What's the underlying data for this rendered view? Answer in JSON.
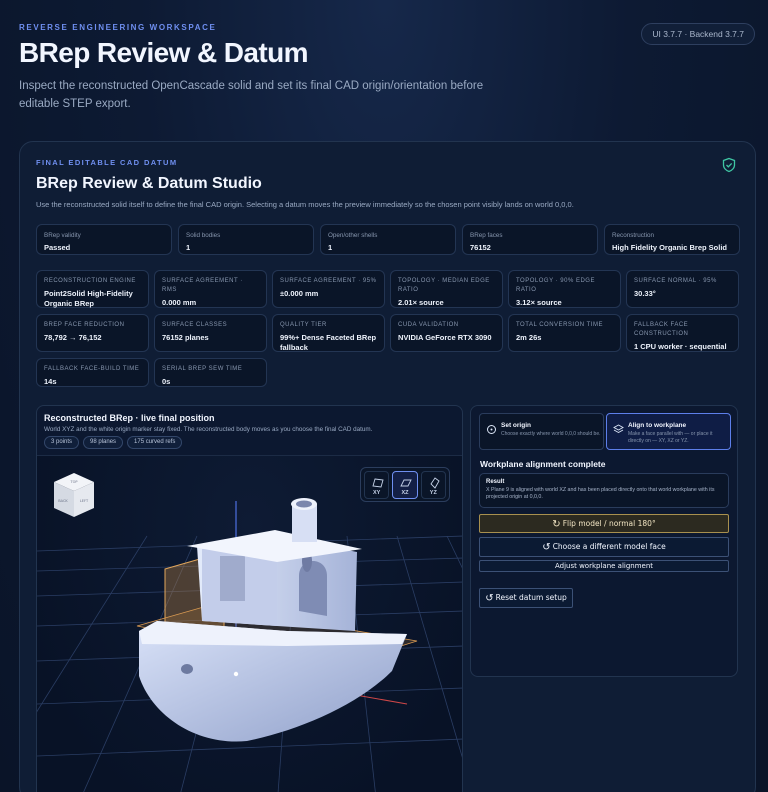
{
  "header": {
    "eyebrow": "REVERSE ENGINEERING WORKSPACE",
    "title": "BRep Review & Datum",
    "description": "Inspect the reconstructed OpenCascade solid and set its final CAD origin/orientation before editable STEP export.",
    "version": "UI 3.7.7 · Backend 3.7.7"
  },
  "panel": {
    "eyebrow": "FINAL EDITABLE CAD DATUM",
    "title": "BRep Review & Datum Studio",
    "description": "Use the reconstructed solid itself to define the final CAD origin. Selecting a datum moves the preview immediately so the chosen point visibly lands on world 0,0,0.",
    "summary": [
      {
        "label": "BRep validity",
        "value": "Passed"
      },
      {
        "label": "Solid bodies",
        "value": "1"
      },
      {
        "label": "Open/other shells",
        "value": "1"
      },
      {
        "label": "BRep faces",
        "value": "76152"
      },
      {
        "label": "Reconstruction",
        "value": "High Fidelity Organic Brep Solid"
      }
    ],
    "metrics": [
      {
        "label": "RECONSTRUCTION ENGINE",
        "value": "Point2Solid High-Fidelity Organic BRep"
      },
      {
        "label": "SURFACE AGREEMENT · RMS",
        "value": "0.000 mm"
      },
      {
        "label": "SURFACE AGREEMENT · 95%",
        "value": "±0.000 mm"
      },
      {
        "label": "TOPOLOGY · MEDIAN EDGE RATIO",
        "value": "2.01× source"
      },
      {
        "label": "TOPOLOGY · 90% EDGE RATIO",
        "value": "3.12× source"
      },
      {
        "label": "SURFACE NORMAL · 95%",
        "value": "30.33°"
      },
      {
        "label": "BREP FACE REDUCTION",
        "value": "78,792 → 76,152"
      },
      {
        "label": "SURFACE CLASSES",
        "value": "76152 planes"
      },
      {
        "label": "QUALITY TIER",
        "value": "99%+ Dense Faceted BRep fallback"
      },
      {
        "label": "CUDA VALIDATION",
        "value": "NVIDIA GeForce RTX 3090"
      },
      {
        "label": "TOTAL CONVERSION TIME",
        "value": "2m 26s"
      },
      {
        "label": "FALLBACK FACE CONSTRUCTION",
        "value": "1 CPU worker · sequential"
      },
      {
        "label": "FALLBACK FACE-BUILD TIME",
        "value": "14s"
      },
      {
        "label": "SERIAL BREP SEW TIME",
        "value": "0s"
      }
    ]
  },
  "viewer": {
    "title": "Reconstructed BRep · live final position",
    "description": "World XYZ and the white origin marker stay fixed. The reconstructed body moves as you choose the final CAD datum.",
    "chips": [
      "3 points",
      "98 planes",
      "175 curved refs"
    ],
    "cube_labels": {
      "top": "TOP",
      "back": "BACK",
      "left": "LEFT"
    },
    "planes": [
      {
        "label": "XY",
        "active": false
      },
      {
        "label": "XZ",
        "active": true
      },
      {
        "label": "YZ",
        "active": false
      }
    ]
  },
  "side": {
    "set_origin": {
      "title": "Set origin",
      "desc": "Choose exactly where world 0,0,0 should be."
    },
    "align": {
      "title": "Align to workplane",
      "desc": "Make a face parallel with — or place it directly on — XY, XZ or YZ."
    },
    "status_title": "Workplane alignment complete",
    "result_title": "Result",
    "result_text": "X Plane 9 is aligned with world XZ and has been placed directly onto that world workplane with its projected origin at 0,0,0.",
    "flip_label": "Flip model / normal 180°",
    "face_label": "Choose a different model face",
    "adjust_label": "Adjust workplane alignment",
    "reset_label": "Reset datum setup"
  },
  "colors": {
    "accent": "#6f8ff0",
    "flip_border": "#a8904e",
    "check": "#3fc6a4"
  }
}
